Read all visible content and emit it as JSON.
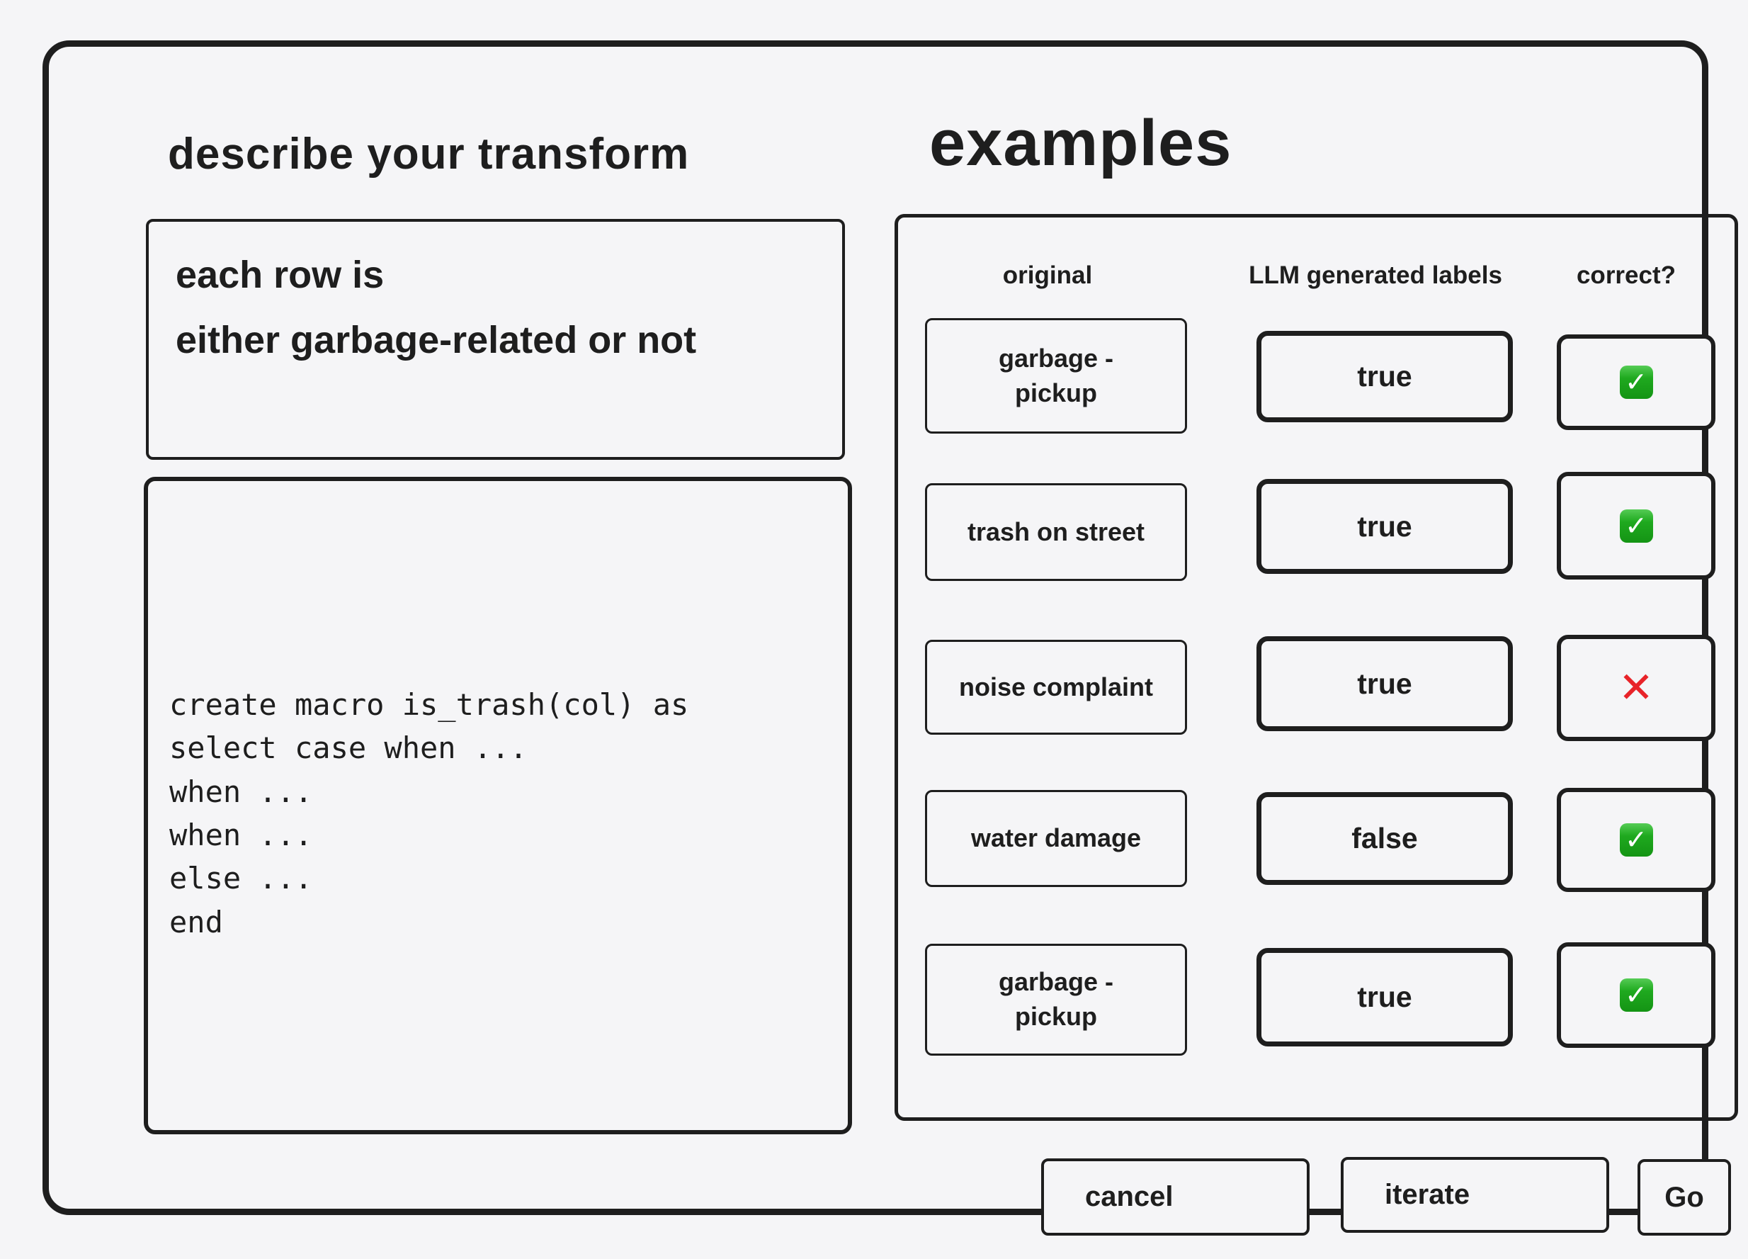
{
  "left": {
    "heading": "describe your transform",
    "description": "each row is\neither garbage-related or not",
    "code": "create macro is_trash(col) as\nselect case when ...\nwhen ...\nwhen ...\nelse ...\nend"
  },
  "examples": {
    "heading": "examples",
    "columns": [
      "original",
      "LLM generated labels",
      "correct?"
    ],
    "rows": [
      {
        "original": "garbage -\npickup",
        "label": "true",
        "mark": "✓",
        "mark_class": "check"
      },
      {
        "original": "trash on street",
        "label": "true",
        "mark": "✓",
        "mark_class": "check"
      },
      {
        "original": "noise complaint",
        "label": "true",
        "mark": "✕",
        "mark_class": "cross"
      },
      {
        "original": "water damage",
        "label": "false",
        "mark": "✓",
        "mark_class": "check"
      },
      {
        "original": "garbage -\npickup",
        "label": "true",
        "mark": "✓",
        "mark_class": "check"
      }
    ]
  },
  "actions": {
    "cancel": "cancel",
    "iterate": "iterate",
    "go": "Go"
  },
  "colors": {
    "stroke": "#1e1e1e",
    "background": "#f5f5f7",
    "check_green": "#1fa91f",
    "cross_red": "#e82329"
  }
}
